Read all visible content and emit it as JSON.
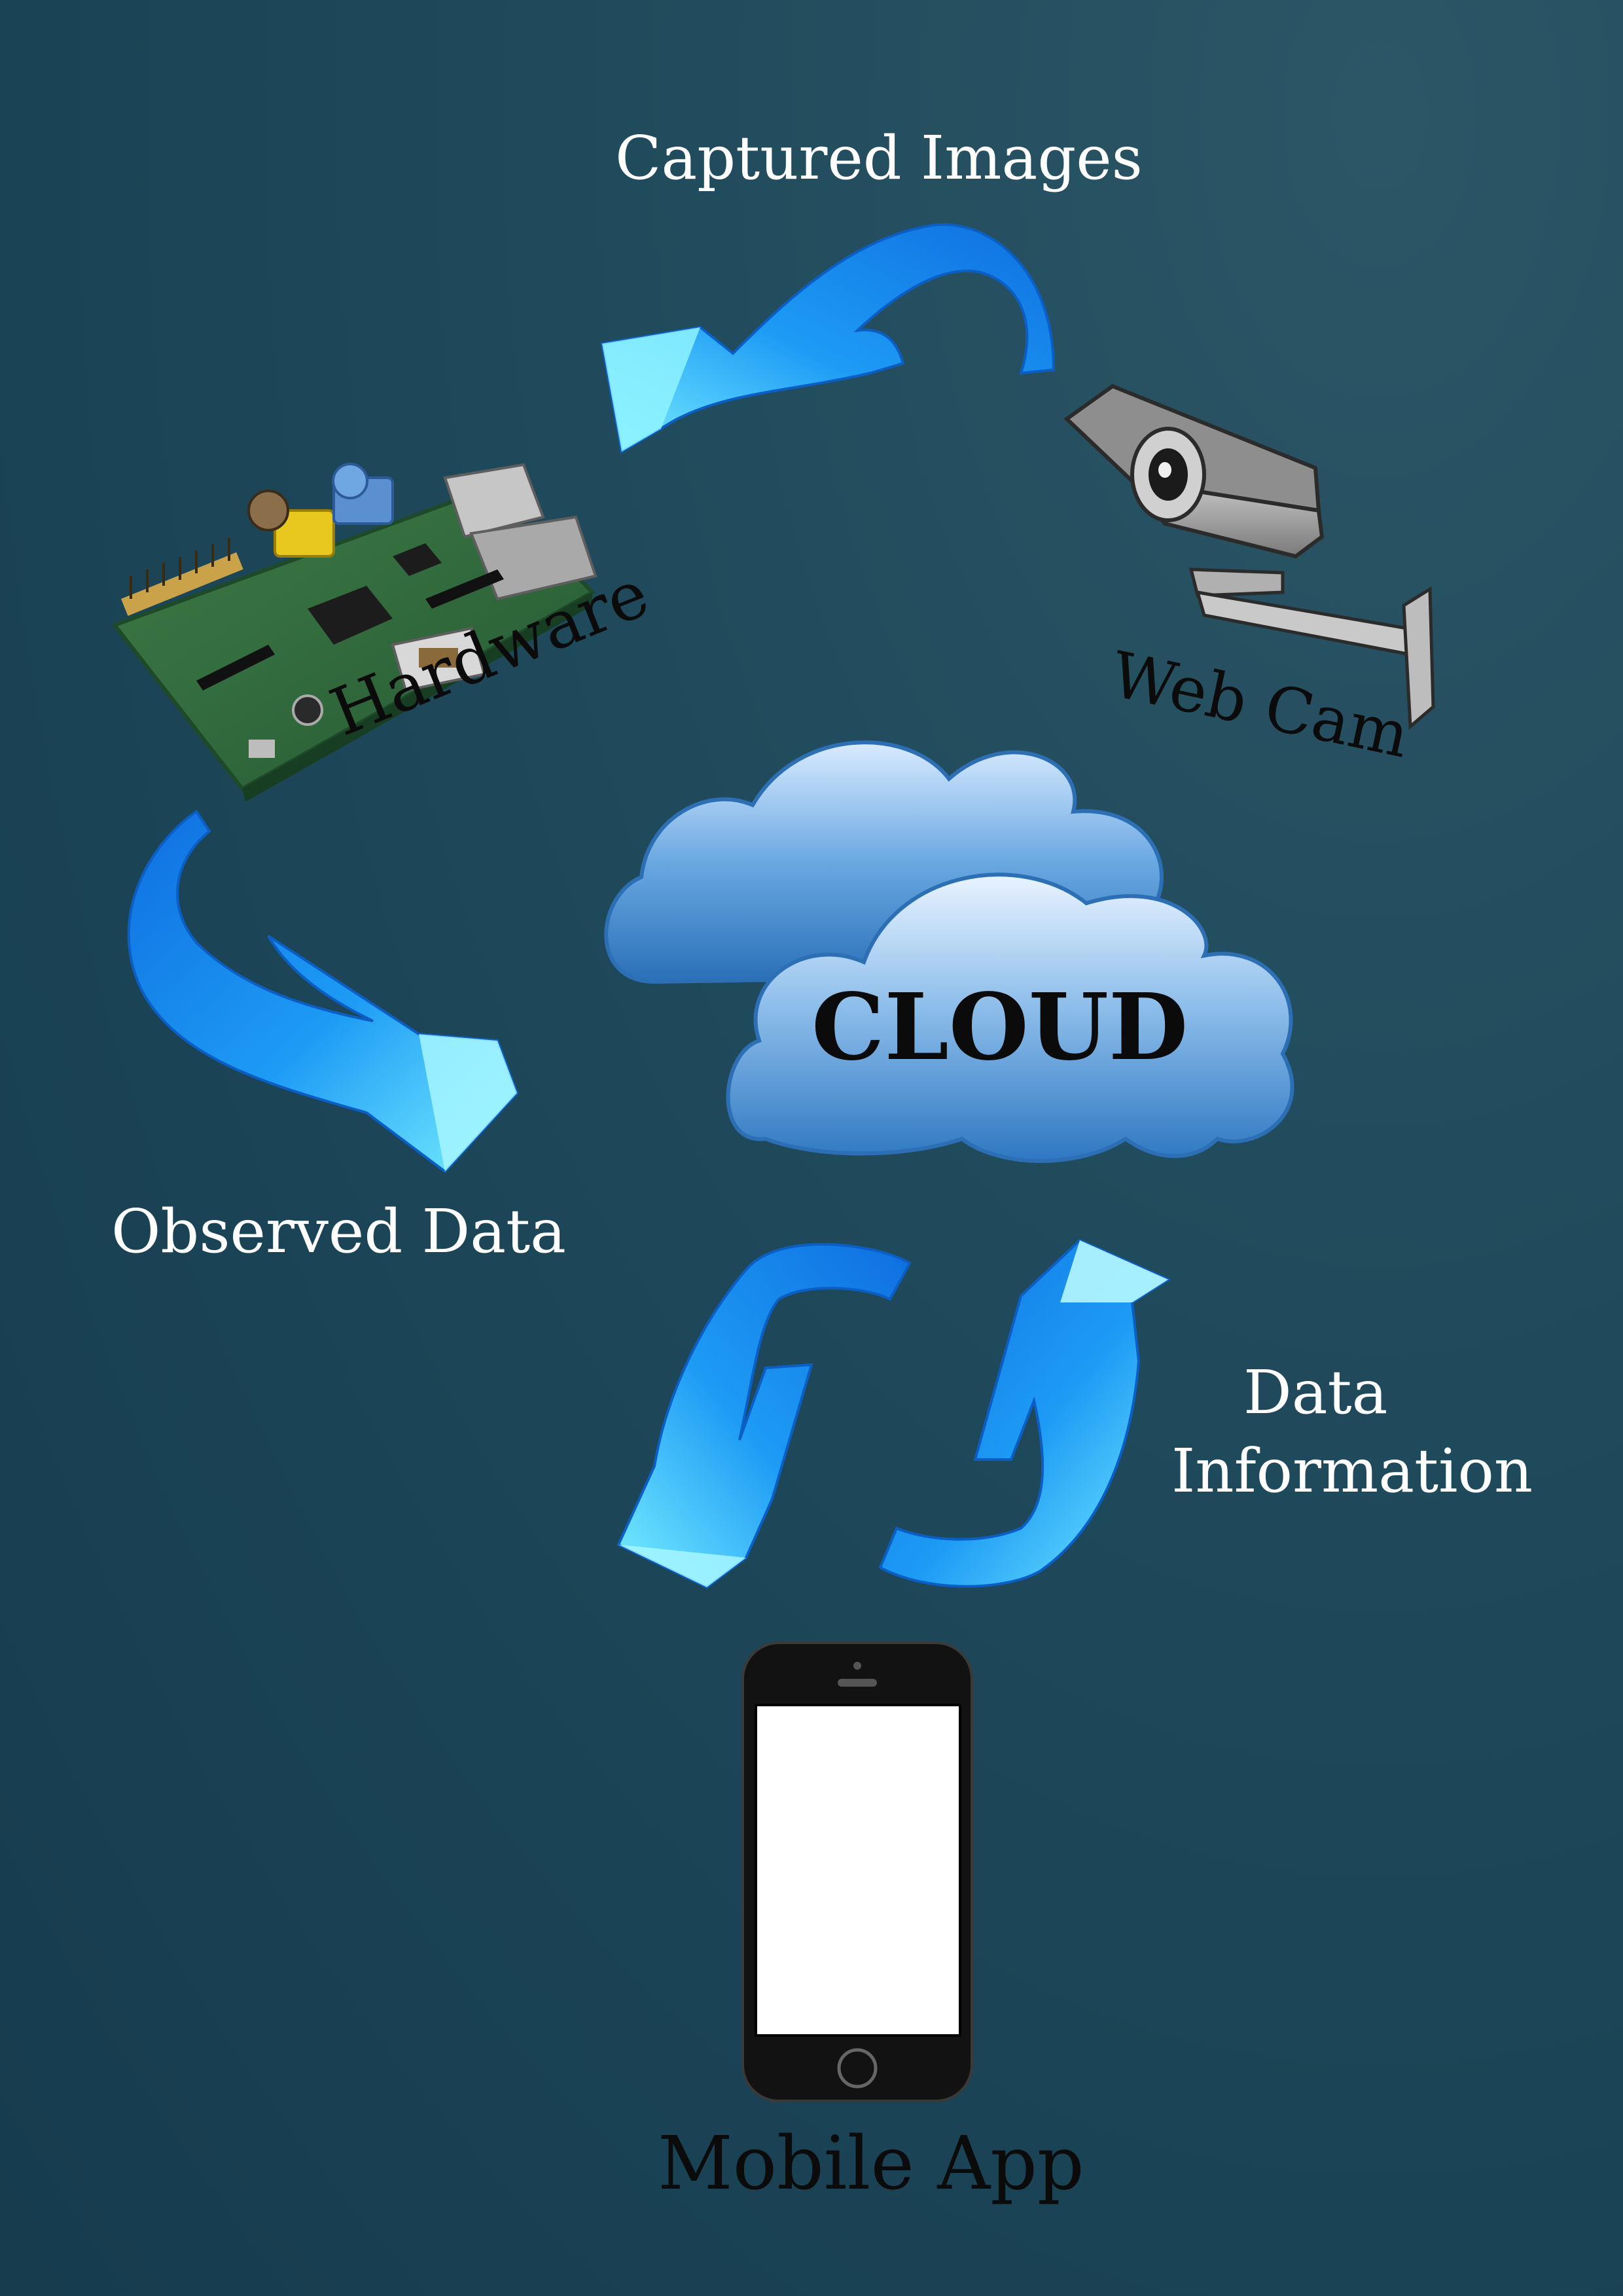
{
  "labels": {
    "captured_images": "Captured Images",
    "hardware": "Hardware",
    "web_cam": "Web Cam",
    "cloud": "CLOUD",
    "observed_data": "Observed Data",
    "data_information_line1": "Data",
    "data_information_line2": "Information",
    "mobile_app": "Mobile App"
  },
  "colors": {
    "background": "#1c4658",
    "arrow_blue": "#1a8cf0",
    "arrow_light": "#6ee7ff",
    "cloud_blue": "#4b95d8"
  },
  "icons": [
    "raspberry-pi-board-icon",
    "security-camera-icon",
    "cloud-icon",
    "smartphone-icon",
    "curved-arrow-icon"
  ]
}
